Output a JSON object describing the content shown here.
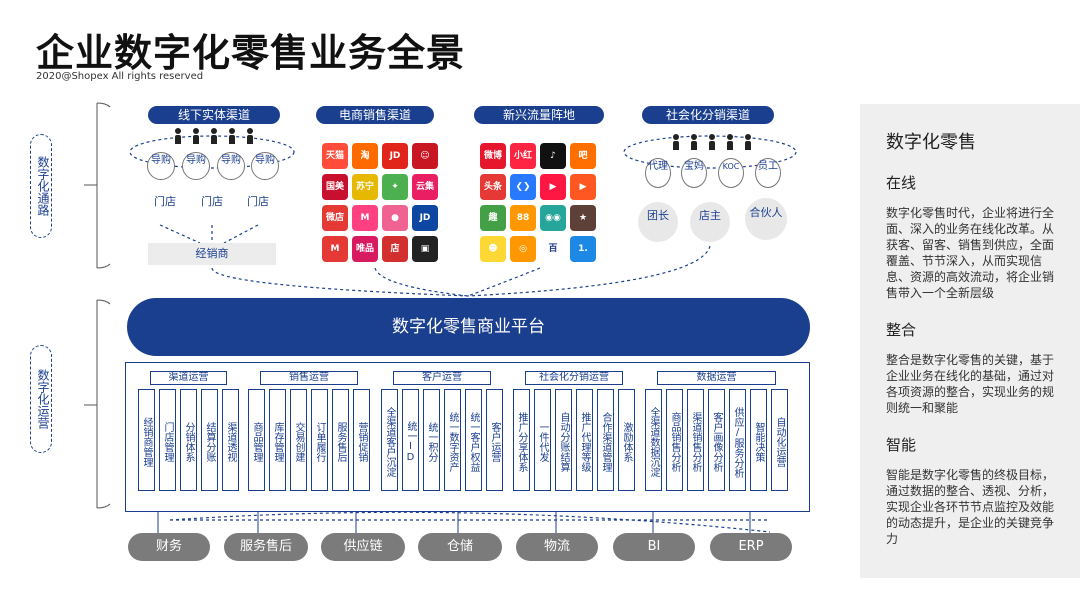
{
  "title": "企业数字化零售业务全景",
  "copyright": "2020@Shopex All rights reserved",
  "left_labels": {
    "channels": "数字化通路",
    "operations": "数字化运营"
  },
  "channels": [
    {
      "label": "线下实体渠道"
    },
    {
      "label": "电商销售渠道"
    },
    {
      "label": "新兴流量阵地"
    },
    {
      "label": "社会化分销渠道"
    }
  ],
  "offline": {
    "guides": [
      "导购",
      "导购",
      "导购",
      "导购"
    ],
    "stores": [
      "门店",
      "门店",
      "门店"
    ],
    "distributor": "经销商"
  },
  "ecommerce_apps": [
    {
      "name": "tmall-icon",
      "text": "天猫",
      "color": "#ff4c3b"
    },
    {
      "name": "taobao-icon",
      "text": "淘",
      "color": "#ff6a00"
    },
    {
      "name": "jd-icon",
      "text": "JD",
      "color": "#e1251b"
    },
    {
      "name": "app-icon",
      "text": "☺",
      "color": "#c81623"
    },
    {
      "name": "gome-icon",
      "text": "国美",
      "color": "#c8102e"
    },
    {
      "name": "suning-icon",
      "text": "苏宁",
      "color": "#e6b800"
    },
    {
      "name": "app-icon",
      "text": "✦",
      "color": "#4caf50"
    },
    {
      "name": "app-icon",
      "text": "云集",
      "color": "#e91e63"
    },
    {
      "name": "app-icon",
      "text": "微店",
      "color": "#e53935"
    },
    {
      "name": "mogu-icon",
      "text": "M",
      "color": "#ff4081"
    },
    {
      "name": "app-icon",
      "text": "●",
      "color": "#f06292"
    },
    {
      "name": "app-icon",
      "text": "JD",
      "color": "#0d47a1"
    },
    {
      "name": "jumei-icon",
      "text": "M",
      "color": "#e53935"
    },
    {
      "name": "vip-icon",
      "text": "唯品",
      "color": "#d81b60"
    },
    {
      "name": "store-icon",
      "text": "店",
      "color": "#d32f2f"
    },
    {
      "name": "app-icon",
      "text": "▣",
      "color": "#222"
    }
  ],
  "traffic_apps": [
    {
      "name": "weibo-icon",
      "text": "微博",
      "color": "#e6162d"
    },
    {
      "name": "app-icon",
      "text": "小红",
      "color": "#ff2442"
    },
    {
      "name": "douyin-icon",
      "text": "♪",
      "color": "#111"
    },
    {
      "name": "app-icon",
      "text": "吧",
      "color": "#ff6f00"
    },
    {
      "name": "toutiao-icon",
      "text": "头条",
      "color": "#e53935"
    },
    {
      "name": "app-icon",
      "text": "❮❯",
      "color": "#2979ff"
    },
    {
      "name": "app-icon",
      "text": "▶",
      "color": "#ff1744"
    },
    {
      "name": "kuaishou-icon",
      "text": "▶",
      "color": "#ff5722"
    },
    {
      "name": "app-icon",
      "text": "趣",
      "color": "#43a047"
    },
    {
      "name": "app-icon",
      "text": "88",
      "color": "#ff9800"
    },
    {
      "name": "app-icon",
      "text": "◉◉",
      "color": "#26a69a"
    },
    {
      "name": "app-icon",
      "text": "★",
      "color": "#5d4037"
    },
    {
      "name": "app-icon",
      "text": "☻",
      "color": "#fdd835"
    },
    {
      "name": "app-icon",
      "text": "◎",
      "color": "#ff9800"
    },
    {
      "name": "baidu-icon",
      "text": "百",
      "color": "#fff"
    },
    {
      "name": "app-icon",
      "text": "1.",
      "color": "#1e88e5"
    }
  ],
  "social": {
    "roles": [
      "代理",
      "宝妈",
      "KOC",
      "员工"
    ],
    "groups": [
      "团长",
      "店主",
      "合伙人"
    ]
  },
  "platform": "数字化零售商业平台",
  "ops_groups": [
    {
      "label": "渠道运营",
      "items": [
        "经销商管理",
        "门店管理",
        "分销体系",
        "结算分账",
        "渠道透视"
      ]
    },
    {
      "label": "销售运营",
      "items": [
        "商品管理",
        "库存管理",
        "交易创建",
        "订单履行",
        "服务售后",
        "营销促销"
      ]
    },
    {
      "label": "客户运营",
      "items": [
        "全渠道客户沉淀",
        "统一ID",
        "统一积分",
        "统一数字资产",
        "统一客户权益",
        "客户运营"
      ]
    },
    {
      "label": "社会化分销运营",
      "items": [
        "推广分享体系",
        "一件代发",
        "自动分账结算",
        "推广代理等级",
        "合作渠道管理",
        "激励体系"
      ]
    },
    {
      "label": "数据运营",
      "items": [
        "全渠道数据沉淀",
        "商品销售分析",
        "渠道销售分析",
        "客户画像分析",
        "供应/服务分析",
        "智能决策",
        "自动化运营"
      ]
    }
  ],
  "bottom": [
    "财务",
    "服务售后",
    "供应链",
    "仓储",
    "物流",
    "BI",
    "ERP"
  ],
  "side": {
    "heading": "数字化零售",
    "sections": [
      {
        "title": "在线",
        "text": "数字化零售时代，企业将进行全面、深入的业务在线化改革。从获客、留客、销售到供应，全面覆盖、节节深入，从而实现信息、资源的高效流动，将企业销售带入一个全新层级"
      },
      {
        "title": "整合",
        "text": "整合是数字化零售的关键，基于企业业务在线化的基础，通过对各项资源的整合，实现业务的规则统一和聚能"
      },
      {
        "title": "智能",
        "text": "智能是数字化零售的终极目标，通过数据的整合、透视、分析，实现企业各环节节点监控及效能的动态提升，是企业的关键竞争力"
      }
    ]
  }
}
